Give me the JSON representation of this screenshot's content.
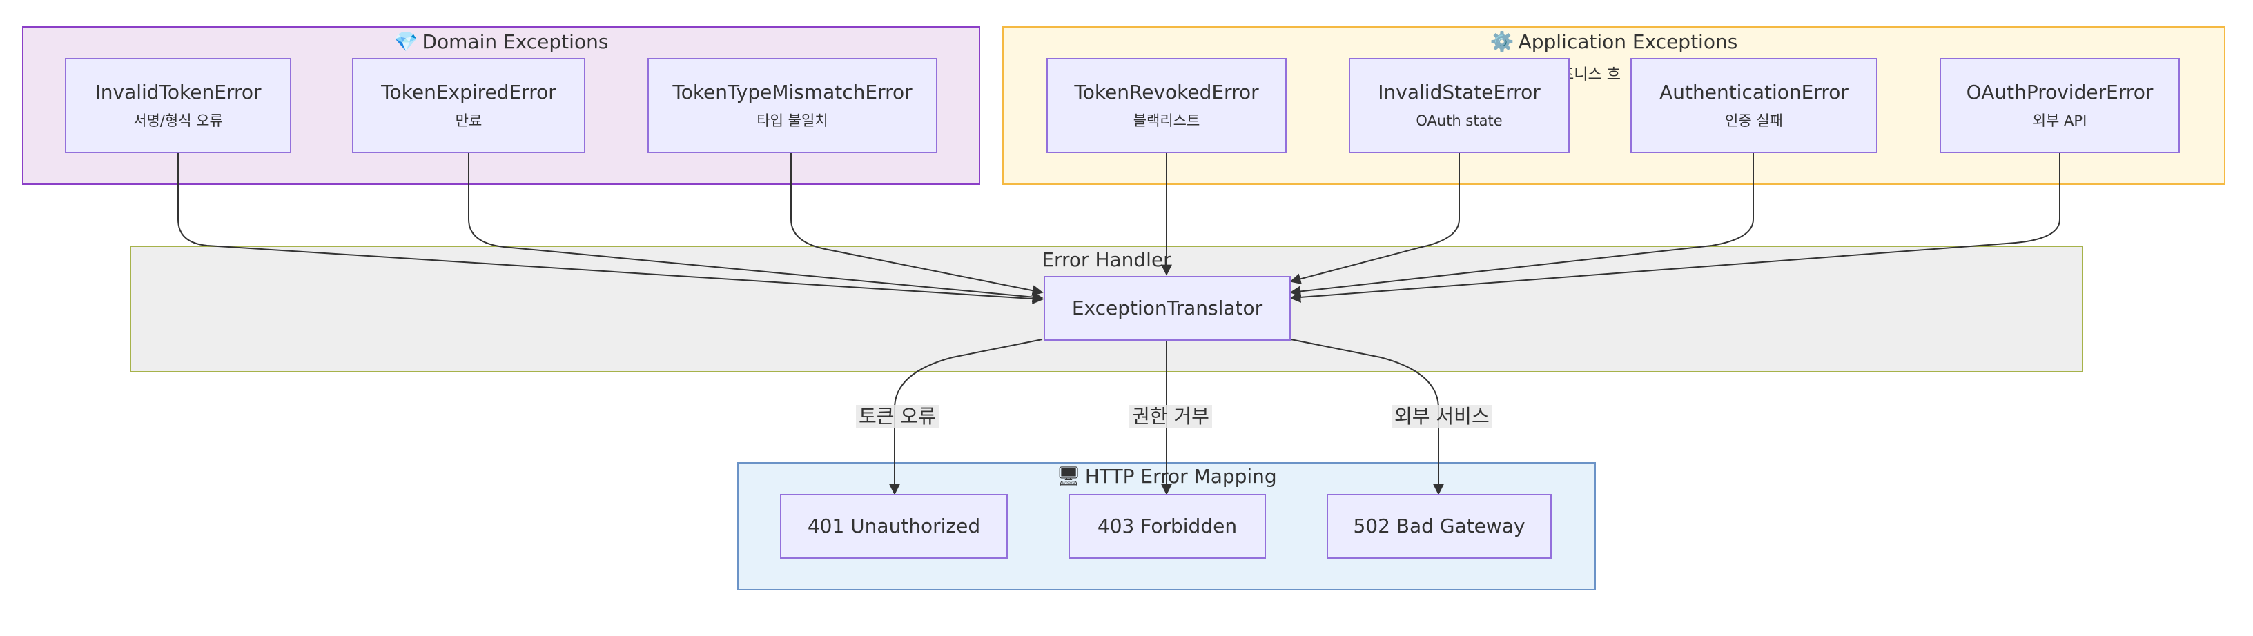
{
  "groups": {
    "domain": {
      "emoji": "💎",
      "title": "Domain Exceptions"
    },
    "application": {
      "emoji": "⚙️",
      "title": "Application Exceptions",
      "partial_text": "즈니스 흐"
    },
    "handler": {
      "title": "Error Handler"
    },
    "http": {
      "emoji": "🖥",
      "title": "HTTP Error Mapping"
    }
  },
  "nodes": {
    "invalid_token": {
      "title": "InvalidTokenError",
      "sub": "서명/형식 오류"
    },
    "token_expired": {
      "title": "TokenExpiredError",
      "sub": "만료"
    },
    "token_type_mismatch": {
      "title": "TokenTypeMismatchError",
      "sub": "타입 불일치"
    },
    "token_revoked": {
      "title": "TokenRevokedError",
      "sub": "블랙리스트"
    },
    "invalid_state": {
      "title": "InvalidStateError",
      "sub": "OAuth state"
    },
    "authentication": {
      "title": "AuthenticationError",
      "sub": "인증 실패"
    },
    "oauth_provider": {
      "title": "OAuthProviderError",
      "sub": "외부 API"
    },
    "translator": {
      "title": "ExceptionTranslator"
    },
    "http_401": {
      "title": "401 Unauthorized"
    },
    "http_403": {
      "title": "403 Forbidden"
    },
    "http_502": {
      "title": "502 Bad Gateway"
    }
  },
  "edge_labels": {
    "token_error": "토큰 오류",
    "permission_denied": "권한 거부",
    "external_service": "외부 서비스"
  },
  "colors": {
    "domain_fill": "#F1E4F3",
    "domain_stroke": "#8B3FC7",
    "application_fill": "#FFF8E1",
    "application_stroke": "#F5B942",
    "handler_fill": "#EEEEEE",
    "handler_stroke": "#A6B24A",
    "http_fill": "#E6F2FB",
    "http_stroke": "#6B93C7",
    "node_fill": "#ECECFF",
    "node_stroke": "#9370DB",
    "edge": "#333333"
  }
}
